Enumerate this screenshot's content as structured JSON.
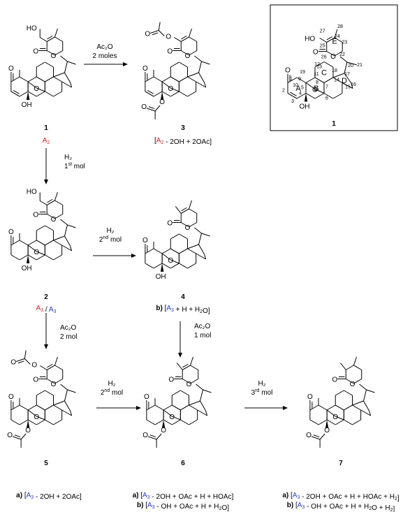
{
  "compounds": [
    {
      "id": "c1",
      "number": "1",
      "formula_parts": [
        {
          "t": "A",
          "s": "2",
          "c": "red"
        }
      ]
    },
    {
      "id": "c2",
      "number": "2",
      "formula_parts": [
        {
          "t": "A",
          "s": "3",
          "c": "red"
        },
        {
          "t": " / "
        },
        {
          "t": "A",
          "s": "3",
          "c": "blue"
        }
      ]
    },
    {
      "id": "c3",
      "number": "3",
      "formula_parts": [
        {
          "t": "["
        },
        {
          "t": "A",
          "s": "2",
          "c": "red"
        },
        {
          "t": " - 2OH + 2OAc]"
        }
      ]
    },
    {
      "id": "c4",
      "number": "4",
      "formula_parts": [
        {
          "t": "b) ",
          "b": true
        },
        {
          "t": "["
        },
        {
          "t": "A",
          "s": "3",
          "c": "blue"
        },
        {
          "t": " + H + H"
        },
        {
          "t": "2",
          "sub": true
        },
        {
          "t": "O]"
        }
      ]
    },
    {
      "id": "c5",
      "number": "5",
      "formula_parts": [
        {
          "t": "a) ",
          "b": true
        },
        {
          "t": "["
        },
        {
          "t": "A",
          "s": "3",
          "c": "blue"
        },
        {
          "t": " - 2OH + 2OAc]"
        }
      ]
    },
    {
      "id": "c6",
      "number": "6",
      "formula_line_a": [
        {
          "t": "a) ",
          "b": true
        },
        {
          "t": "["
        },
        {
          "t": "A",
          "s": "3",
          "c": "blue"
        },
        {
          "t": " - 2OH + OAc + H + HOAc]"
        }
      ],
      "formula_line_b": [
        {
          "t": "b) ",
          "b": true
        },
        {
          "t": "["
        },
        {
          "t": "A",
          "s": "3",
          "c": "blue"
        },
        {
          "t": " - OH + OAc + H + H"
        },
        {
          "t": "2",
          "sub": true
        },
        {
          "t": "O]"
        }
      ]
    },
    {
      "id": "c7",
      "number": "7",
      "formula_line_a": [
        {
          "t": "a) ",
          "b": true
        },
        {
          "t": "["
        },
        {
          "t": "A",
          "s": "3",
          "c": "blue"
        },
        {
          "t": " - 2OH + OAc + H + HOAc + H"
        },
        {
          "t": "2",
          "sub": true
        },
        {
          "t": "]"
        }
      ],
      "formula_line_b": [
        {
          "t": "b) ",
          "b": true
        },
        {
          "t": "["
        },
        {
          "t": "A",
          "s": "3",
          "c": "blue"
        },
        {
          "t": " - OH + OAc + H + H"
        },
        {
          "t": "2",
          "sub": true
        },
        {
          "t": "O + H"
        },
        {
          "t": "2",
          "sub": true
        },
        {
          "t": "]"
        }
      ]
    }
  ],
  "reactions": [
    {
      "id": "r13",
      "line1": "Ac₂O",
      "line2": "2 moles"
    },
    {
      "id": "r12",
      "line1": "H₂",
      "line2_main": "1",
      "line2_sup": "st",
      "line2_tail": " mol"
    },
    {
      "id": "r24",
      "line1": "H₂",
      "line2_main": "2",
      "line2_sup": "nd",
      "line2_tail": " mol"
    },
    {
      "id": "r25",
      "line1": "Ac₂O",
      "line2": "2 mol"
    },
    {
      "id": "r46",
      "line1": "Ac₂O",
      "line2": "1 mol"
    },
    {
      "id": "r56",
      "line1": "H₂",
      "line2_main": "2",
      "line2_sup": "nd",
      "line2_tail": " mol"
    },
    {
      "id": "r67",
      "line1": "H₂",
      "line2_main": "3",
      "line2_sup": "rd",
      "line2_tail": " mol"
    }
  ],
  "atoms": {
    "O": "O",
    "OH": "OH",
    "HO": "HO"
  },
  "rings": [
    "A",
    "B",
    "C",
    "D",
    "E"
  ],
  "numbering": [
    "1",
    "2",
    "3",
    "4",
    "5",
    "6",
    "7",
    "8",
    "9",
    "10",
    "11",
    "12",
    "13",
    "14",
    "15",
    "16",
    "17",
    "18",
    "19",
    "20",
    "21",
    "22",
    "23",
    "24",
    "25",
    "26",
    "27",
    "28"
  ],
  "reference_number": "1"
}
